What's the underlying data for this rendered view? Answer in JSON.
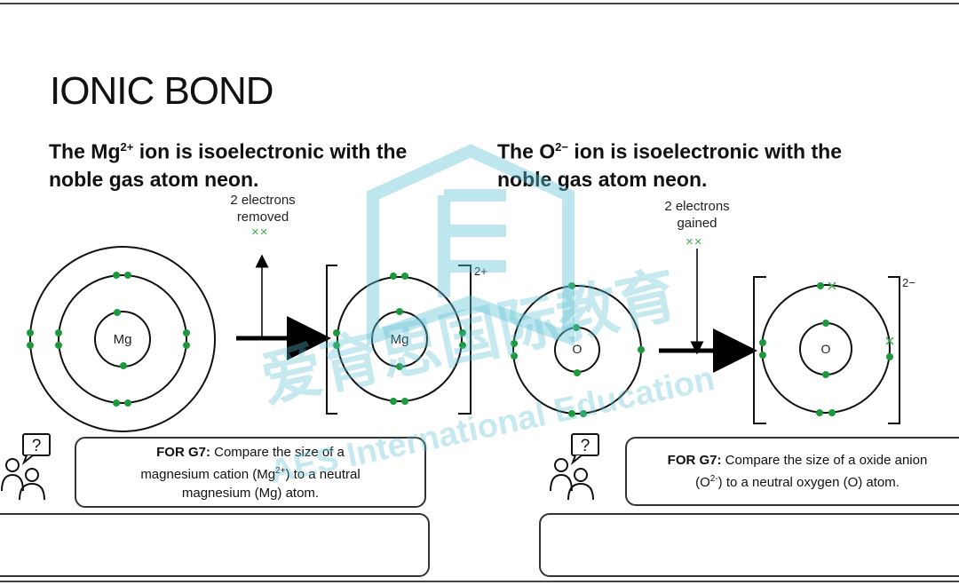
{
  "title": "IONIC BOND",
  "left": {
    "heading_pre": "The Mg",
    "heading_sup": "2+",
    "heading_post": " ion is isoelectronic with the",
    "heading_line2": "noble gas atom neon.",
    "annotation_line1": "2 electrons",
    "annotation_line2": "removed",
    "crosses": "××",
    "atom_label": "Mg",
    "ion_label": "Mg",
    "ion_charge": "2+",
    "prompt_bold": "FOR G7:",
    "prompt_text1": " Compare the size of a",
    "prompt_text2a": "magnesium cation (Mg",
    "prompt_text2sup": "2+",
    "prompt_text2b": ") to a neutral",
    "prompt_text3": "magnesium (Mg) atom."
  },
  "right": {
    "heading_pre": "The O",
    "heading_sup": "2−",
    "heading_post": " ion is isoelectronic with the",
    "heading_line2": "noble gas atom neon.",
    "annotation_line1": "2 electrons",
    "annotation_line2": "gained",
    "crosses": "××",
    "atom_label": "O",
    "ion_label": "O",
    "ion_charge": "2−",
    "prompt_bold": "FOR G7:",
    "prompt_text1": " Compare the size of a oxide anion",
    "prompt_text2a": "(O",
    "prompt_text2sup": "2-",
    "prompt_text2b": ") to a neutral oxygen (O) atom."
  },
  "icon_glyph": "?",
  "watermark": {
    "chinese": "爱育思国际教育",
    "english": "AES International Education"
  },
  "colors": {
    "electron": "#1a9a3c",
    "cross": "#3fae4c",
    "watermark": "#5fc3d6"
  }
}
